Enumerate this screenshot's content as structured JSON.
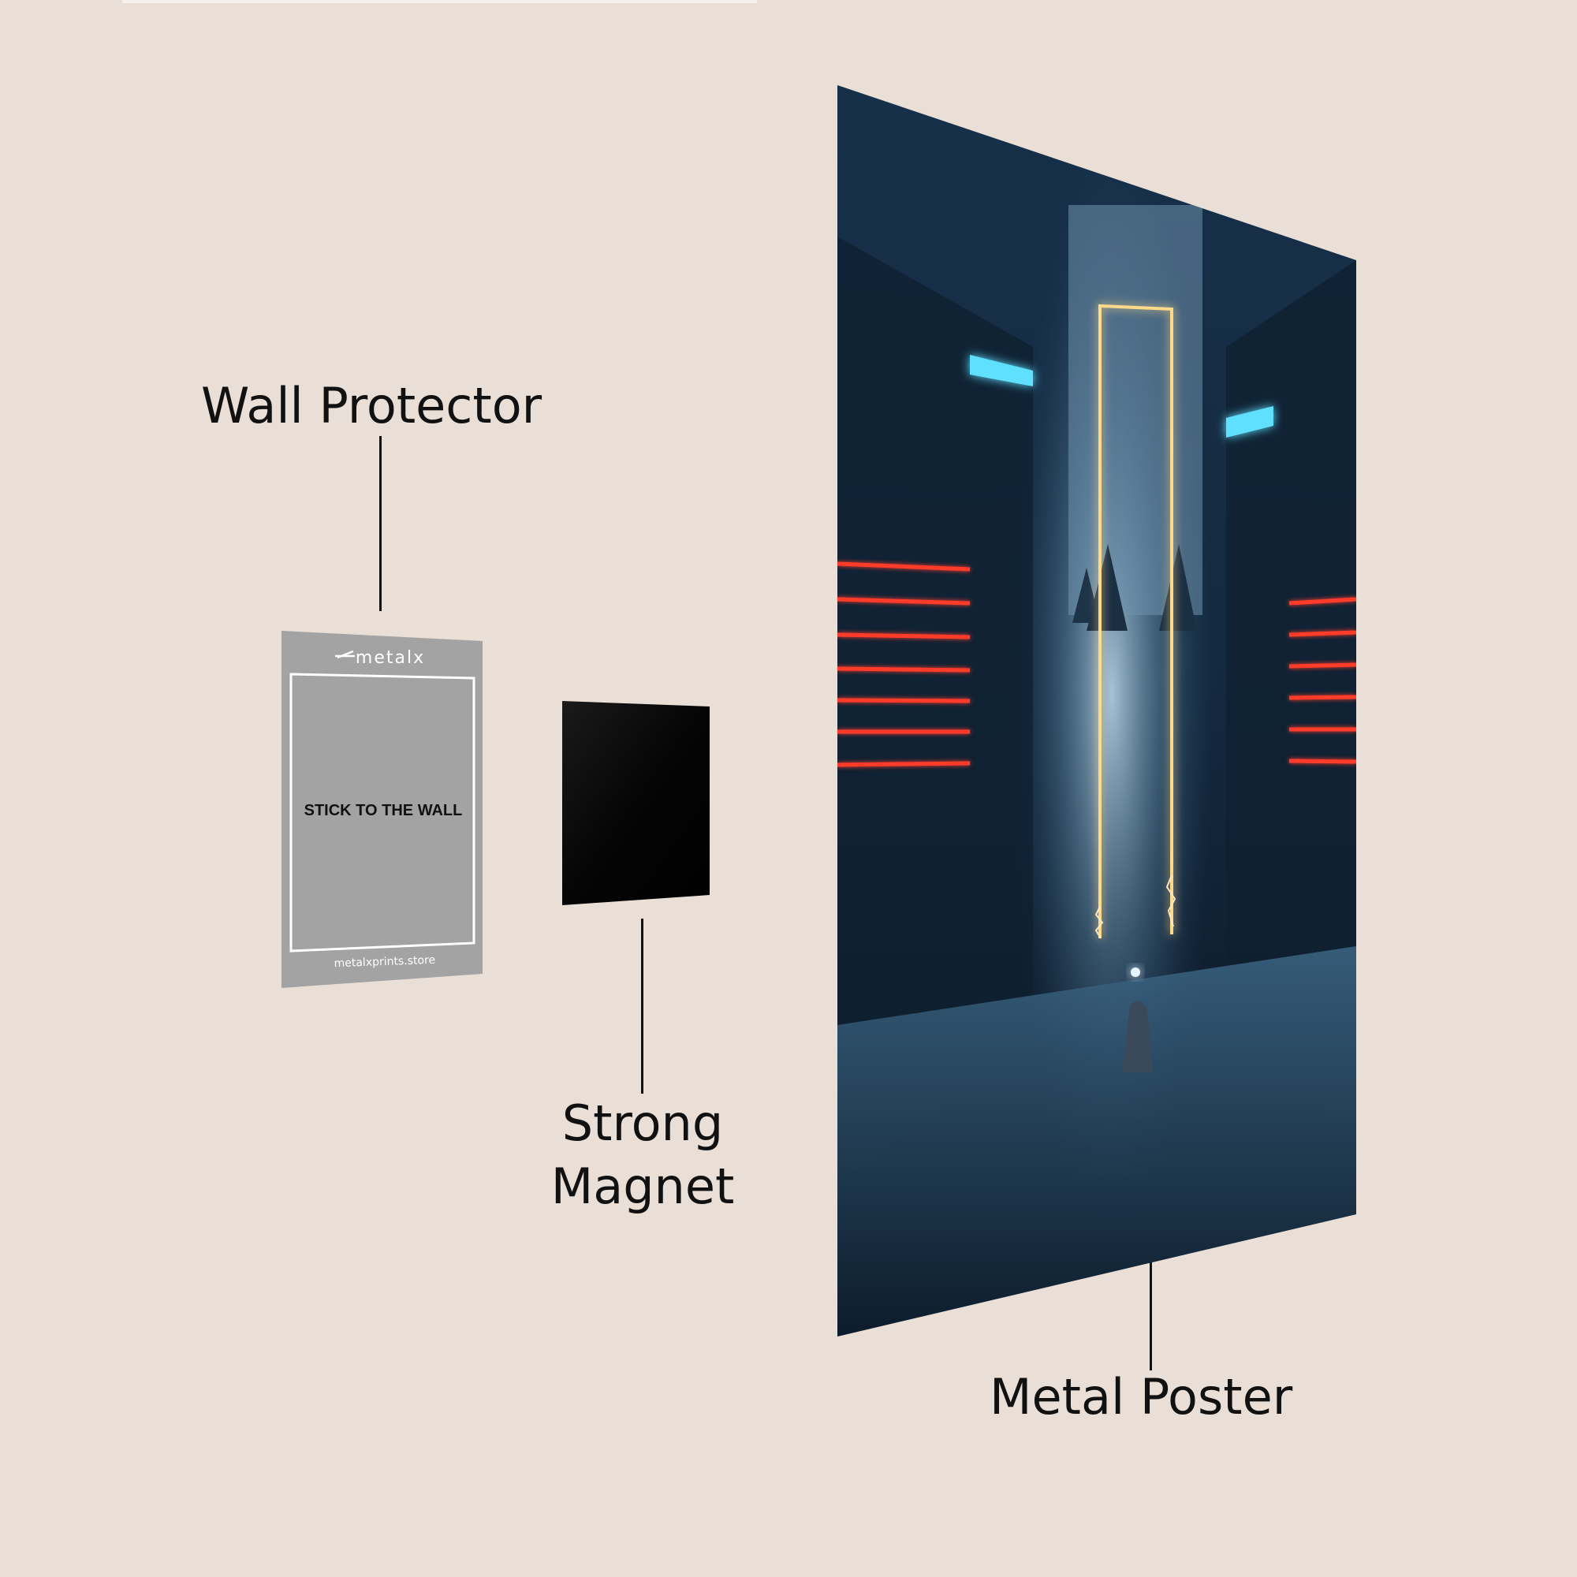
{
  "labels": {
    "wall_protector": "Wall Protector",
    "strong_magnet_line1": "Strong",
    "strong_magnet_line2": "Magnet",
    "metal_poster": "Metal Poster"
  },
  "wall_protector_card": {
    "brand": "metalx",
    "instruction": "STICK TO THE WALL",
    "website": "metalxprints.store"
  },
  "colors": {
    "background": "#eadfd7",
    "card": "#a3a3a3",
    "magnet": "#000000",
    "poster_dark": "#0e1a2a",
    "neon_red": "#ff3b2a",
    "neon_cyan": "#5fe0ff",
    "neon_gold": "#ffd98a"
  }
}
